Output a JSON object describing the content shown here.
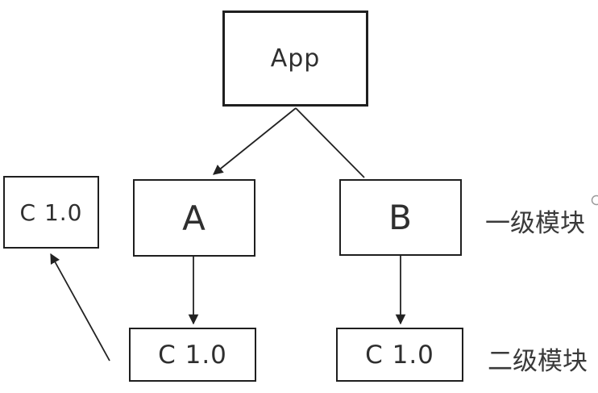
{
  "diagram": {
    "nodes": {
      "app": {
        "label": "App"
      },
      "a": {
        "label": "A"
      },
      "b": {
        "label": "B"
      },
      "c_top": {
        "label": "C 1.0"
      },
      "c_under_a": {
        "label": "C 1.0"
      },
      "c_under_b": {
        "label": "C 1.0"
      }
    },
    "annotations": {
      "level1_label": "一级模块",
      "level2_label": "二级模块"
    },
    "edges": [
      {
        "from": "app",
        "to": "a",
        "arrowhead": true
      },
      {
        "from": "app",
        "to": "b",
        "arrowhead": false
      },
      {
        "from": "a",
        "to": "c_under_a",
        "arrowhead": true
      },
      {
        "from": "b",
        "to": "c_under_b",
        "arrowhead": true
      },
      {
        "from": "c_under_a",
        "to": "c_top",
        "arrowhead": true
      }
    ],
    "colors": {
      "line": "#222222",
      "border": "#1f1f1f",
      "text": "#2f2f2f",
      "background": "#ffffff"
    }
  }
}
